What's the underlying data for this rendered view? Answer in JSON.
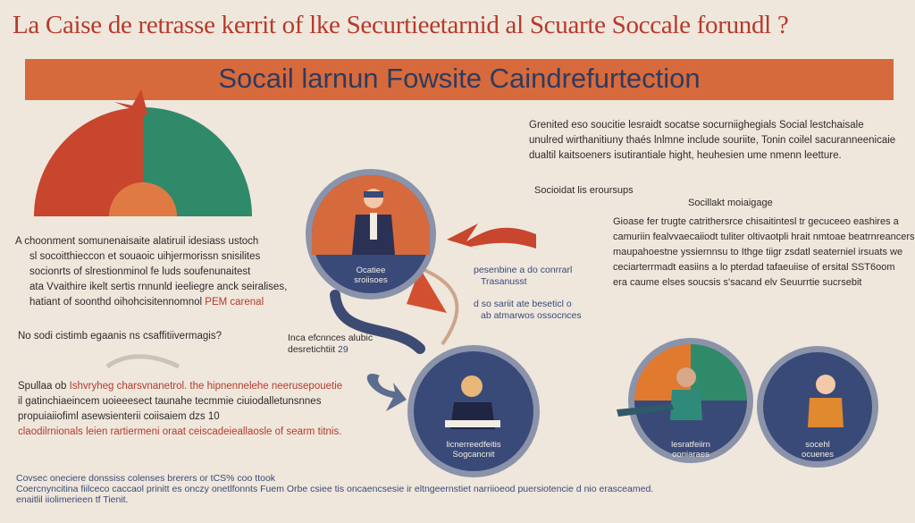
{
  "header": {
    "title": "La Caise de retrasse kerrit of lke Securtieetarnid al Scuarte Soccale forundl ?",
    "banner": "Socail larnun Fowsite Caindrefurtection"
  },
  "right_intro": {
    "lines": [
      "Grenited eso soucitie lesraidt socatse socurniighegials Social lestchaisale",
      "unulred wirthanitiuny thaés lnlmne include souriite, Tonin coilel sacuranneenicaie",
      "dualtil kaitsoeners isutirantiale hight, heuhesien ume nmenn leetture."
    ]
  },
  "subheads": {
    "left": "Socioidat lis eroursups",
    "right": "Socillakt moiaigage"
  },
  "left_block_1": {
    "lines": [
      "A choonment somunenaisaite alatiruil idesiass ustoch",
      "sl socoitthieccon et souaoic uihjermorissn snisilites",
      "socionrts of slrestionminol fe luds soufenunaitest",
      "ata Vvaithire ikelt sertis rnnunld ieeliegre anck seiralises,",
      "hatiant of soonthd oihohcisitennomnol"
    ],
    "highlight": "PEM carenal"
  },
  "left_question": "No sodi cistimb egaanis ns csaffitiivermagis?",
  "left_block_2": {
    "first_prefix": "Spullaa ob",
    "first_rest": "Ishvryheg charsvnanetrol. the hipnennelehe neerusepouetie",
    "lines": [
      "il gatinchiaeincem uoieeesect taunahe tecmmie ciuiodalletunsnnes",
      "propuiaiiofiml asewsienterii coiisaiem dzs 10"
    ],
    "last": "claodilrnionals leien rartiermeni oraat ceiscadeieallaosle of searm titnis."
  },
  "center_notes": {
    "a": [
      "pesenbine a do conrrarl",
      "Trasanusst"
    ],
    "b": [
      "d so sariit ate beseticl o",
      "ab atmarwos ossocnces"
    ],
    "c": [
      "Inca efcnnces alubic",
      "desretichtiit"
    ],
    "badge": "29"
  },
  "right_block": {
    "lines": [
      "Gioase fer trugte catrithersrce chisaitintesl tr gecuceeo eashires a",
      "camuriin fealvvaecaiiodt tuliter oltivaotpli hrait nmtoae beatrnreancers",
      "maupahoestne yssiernnsu to Ithge tiigr zsdatl seaterniel irsuats we",
      "ceciarterrmadt easiins a lo pterdad tafaeuiise of ersital SST6oom",
      "era caume elses soucsis s'sacand elv Seuurrtie sucrsebit"
    ]
  },
  "circles": {
    "top": [
      "Ocatiee",
      "sroiisoes"
    ],
    "bottom_center": [
      "licnerreedfeitis",
      "Sogcancnit"
    ],
    "bottom_right_a": [
      "lesratfeiirn",
      "ooniaraes"
    ],
    "bottom_right_b": [
      "socehl",
      "ocuenes"
    ]
  },
  "footer": {
    "line1": "Covsec oneciere donssiss colenses brerers or tCS% coo ttook",
    "line2": "Coercnyncitina fiilceco caccaol prinitt es onczy onetlfonnts Fuem Orbe csiee tis oncaencsesie ir eltngeernstiet narriioeod puersiotencie d nio erasceamed.",
    "line3": "enaitlil iiolimerieen tf Tienit."
  },
  "colors": {
    "accent_orange": "#d76a3c",
    "accent_red": "#c8452e",
    "teal": "#2f8a6a",
    "navy": "#394a78",
    "background": "#efe7dc"
  }
}
